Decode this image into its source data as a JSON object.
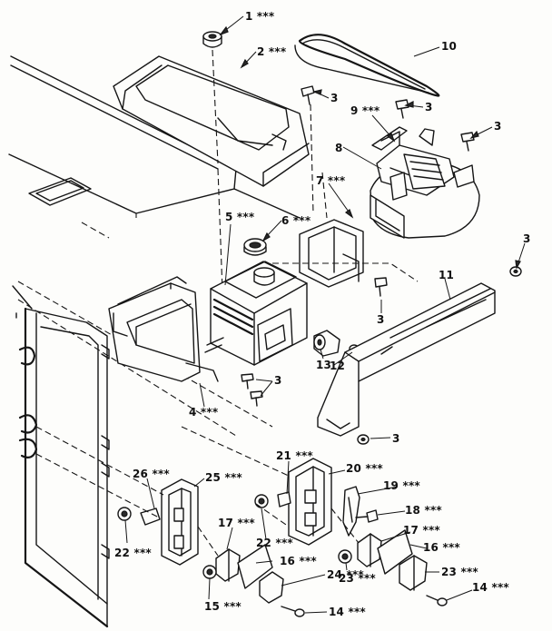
{
  "diagram": {
    "callouts": [
      {
        "id": "c1",
        "text": "1 ***"
      },
      {
        "id": "c2",
        "text": "2 ***"
      },
      {
        "id": "c10",
        "text": "10"
      },
      {
        "id": "c3a",
        "text": "3"
      },
      {
        "id": "c9",
        "text": "9 ***"
      },
      {
        "id": "c3b",
        "text": "3"
      },
      {
        "id": "c3c",
        "text": "3"
      },
      {
        "id": "c8",
        "text": "8"
      },
      {
        "id": "c7",
        "text": "7 ***"
      },
      {
        "id": "c5",
        "text": "5 ***"
      },
      {
        "id": "c6",
        "text": "6 ***"
      },
      {
        "id": "c3d",
        "text": "3"
      },
      {
        "id": "c11",
        "text": "11"
      },
      {
        "id": "c3e",
        "text": "3"
      },
      {
        "id": "c13",
        "text": "13"
      },
      {
        "id": "c12",
        "text": "12"
      },
      {
        "id": "c3f",
        "text": "3"
      },
      {
        "id": "c4",
        "text": "4 ***"
      },
      {
        "id": "c3g",
        "text": "3"
      },
      {
        "id": "c21",
        "text": "21 ***"
      },
      {
        "id": "c20",
        "text": "20 ***"
      },
      {
        "id": "c26",
        "text": "26 ***"
      },
      {
        "id": "c25",
        "text": "25 ***"
      },
      {
        "id": "c19",
        "text": "19 ***"
      },
      {
        "id": "c18",
        "text": "18 ***"
      },
      {
        "id": "c17a",
        "text": "17 ***"
      },
      {
        "id": "c22a",
        "text": "22 ***"
      },
      {
        "id": "c17b",
        "text": "17 ***"
      },
      {
        "id": "c22b",
        "text": "22 ***"
      },
      {
        "id": "c16a",
        "text": "16 ***"
      },
      {
        "id": "c16b",
        "text": "16 ***"
      },
      {
        "id": "c24",
        "text": "24 ***"
      },
      {
        "id": "c23a",
        "text": "23 ***"
      },
      {
        "id": "c15",
        "text": "15 ***"
      },
      {
        "id": "c23b",
        "text": "23 ***"
      },
      {
        "id": "c14a",
        "text": "14 ***"
      },
      {
        "id": "c14b",
        "text": "14 ***"
      }
    ]
  }
}
